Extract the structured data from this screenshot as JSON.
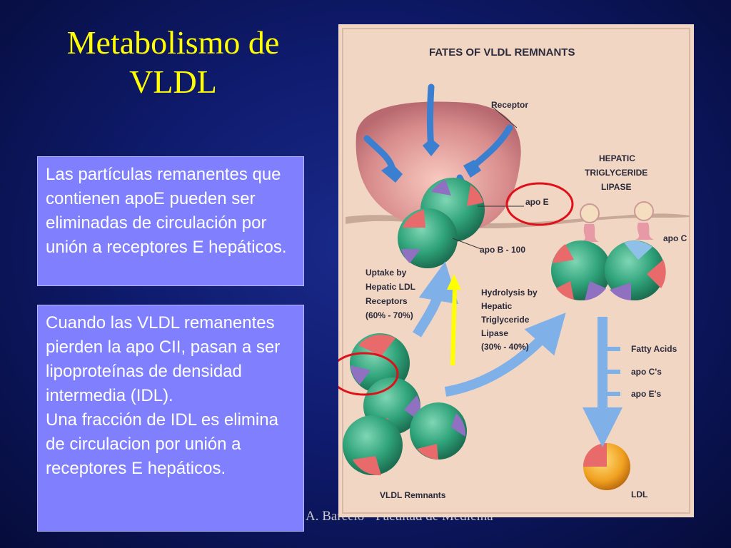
{
  "slide": {
    "title_line1": "Metabolismo de",
    "title_line2": "VLDL",
    "box1_text": "Las partículas remanentes que contienen apoE pueden ser eliminadas de circulación por unión a receptores E hepáticos.",
    "box2_para1": "Cuando las VLDL remanentes pierden la apo CII, pasan a ser lipoproteínas de densidad intermedia (IDL).",
    "box2_para2": "Una fracción de IDL es elimina de circulacion por unión a receptores E hepáticos.",
    "footer": "A. Barceló - Facultad de Medicina"
  },
  "diagram": {
    "heading": "FATES OF VLDL REMNANTS",
    "receptor": "Receptor",
    "hepatic_tg_lipase": [
      "HEPATIC",
      "TRIGLYCERIDE",
      "LIPASE"
    ],
    "apo_e": "apo E",
    "apo_c": "apo C",
    "apo_b100": "apo B - 100",
    "uptake": [
      "Uptake by",
      "Hepatic LDL",
      "Receptors",
      "(60% - 70%)"
    ],
    "hydrolysis": [
      "Hydrolysis by",
      "Hepatic",
      "Triglyceride",
      "Lipase",
      "(30% - 40%)"
    ],
    "products": [
      "Fatty Acids",
      "apo C's",
      "apo E's"
    ],
    "vldl_remnants": "VLDL Remnants",
    "ldl": "LDL"
  },
  "colors": {
    "title": "#ffff00",
    "textbox": "#8080ff",
    "annotation_circle": "#e0101a",
    "annotation_arrow": "#ffff00",
    "particle": "#2fa37a",
    "apoE_patch": "#e86a6a",
    "apoB_patch": "#9070c0"
  }
}
